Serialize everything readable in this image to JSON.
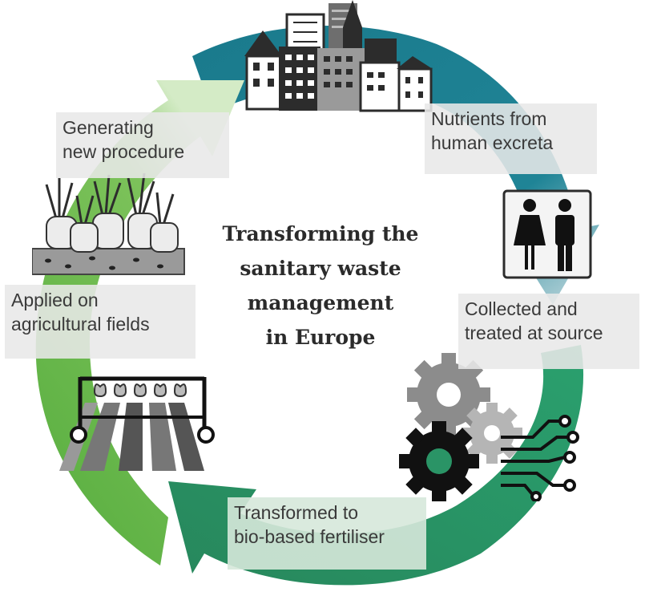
{
  "title_lines": [
    "Transforming the",
    "sanitary waste",
    "management",
    "in Europe"
  ],
  "steps": {
    "generating": [
      "Generating",
      "new procedure"
    ],
    "nutrients": [
      "Nutrients from",
      "human excreta"
    ],
    "collected": [
      "Collected and",
      "treated at source"
    ],
    "transformed": [
      "Transformed to",
      "bio-based fertiliser"
    ],
    "applied": [
      "Applied on",
      "agricultural fields"
    ]
  },
  "icons": {
    "city": "city-buildings-icon",
    "restroom": "restroom-icon",
    "gears": "gears-icon",
    "circuit": "circuit-icon",
    "irrigation": "irrigation-field-icon",
    "crops": "root-vegetables-icon"
  },
  "colors": {
    "teal_arrow": "#1f8496",
    "green_arrow": "#2a9466",
    "light_green_arrow": "#6cbb4a",
    "label_bg": "#e8e8e8",
    "title_text": "#2b2b2b"
  }
}
